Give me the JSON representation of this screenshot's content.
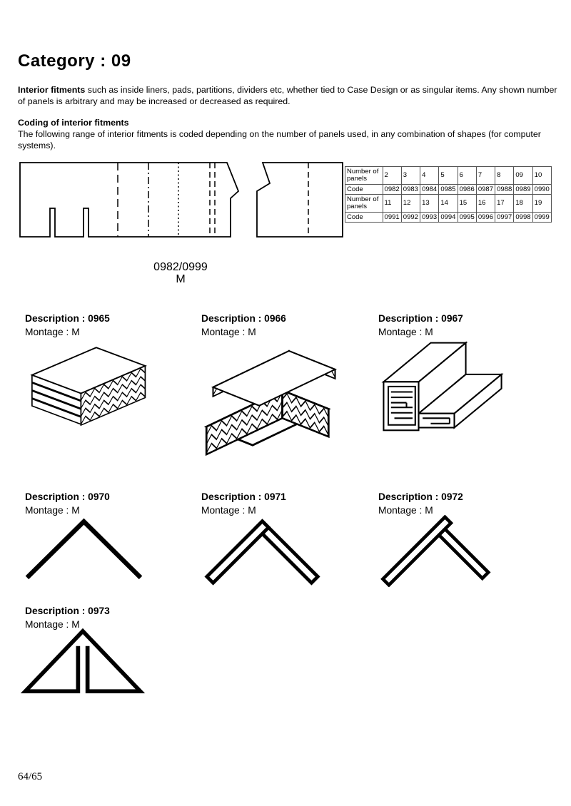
{
  "page": {
    "title": "Category : 09",
    "footer": "64/65"
  },
  "intro": {
    "lead": "Interior fitments",
    "rest": " such as inside liners, pads, partitions, dividers etc, whether tied to Case Design or as singular items. Any shown number of panels is arbitrary and may be increased or decreased as required."
  },
  "coding": {
    "heading": "Coding of interior fitments",
    "body": "The following range of interior fitments is coded depending on the number of panels used, in any combination of shapes (for computer systems)."
  },
  "code_table": {
    "panels_label": "Number of panels",
    "code_label": "Code",
    "panels_row1": [
      "2",
      "3",
      "4",
      "5",
      "6",
      "7",
      "8",
      "09",
      "10"
    ],
    "codes_row1": [
      "0982",
      "0983",
      "0984",
      "0985",
      "0986",
      "0987",
      "0988",
      "0989",
      "0990"
    ],
    "panels_row2": [
      "11",
      "12",
      "13",
      "14",
      "15",
      "16",
      "17",
      "18",
      "19"
    ],
    "codes_row2": [
      "0991",
      "0992",
      "0993",
      "0994",
      "0995",
      "0996",
      "0997",
      "0998",
      "0999"
    ]
  },
  "range_label": {
    "codes": "0982/0999",
    "montage": "M"
  },
  "items": [
    {
      "id": "0965",
      "description": "Description : 0965",
      "montage": "Montage : M"
    },
    {
      "id": "0966",
      "description": "Description : 0966",
      "montage": "Montage : M"
    },
    {
      "id": "0967",
      "description": "Description : 0967",
      "montage": "Montage : M"
    },
    {
      "id": "0970",
      "description": "Description : 0970",
      "montage": "Montage : M"
    },
    {
      "id": "0971",
      "description": "Description : 0971",
      "montage": "Montage : M"
    },
    {
      "id": "0972",
      "description": "Description : 0972",
      "montage": "Montage : M"
    },
    {
      "id": "0973",
      "description": "Description : 0973",
      "montage": "Montage : M"
    }
  ]
}
